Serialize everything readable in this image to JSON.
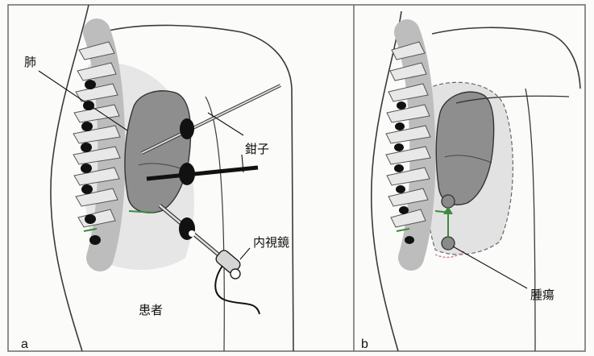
{
  "panel_a": {
    "panel_label": "a",
    "lung_label": "肺",
    "forceps_label": "鉗子",
    "endoscope_label": "内視鏡",
    "patient_label": "患者"
  },
  "panel_b": {
    "panel_label": "b",
    "tumor_label": "腫瘍"
  },
  "colors": {
    "frame": "#6a6a6a",
    "body_outline": "#3a3a3a",
    "lung_dark": "#8e8e8e",
    "lung_light": "#d2d2d2",
    "bone": "#e8e8e8",
    "vertebra_dark": "#111111",
    "accent_green": "#3c8a3c",
    "accent_pink": "#c98a9a"
  }
}
